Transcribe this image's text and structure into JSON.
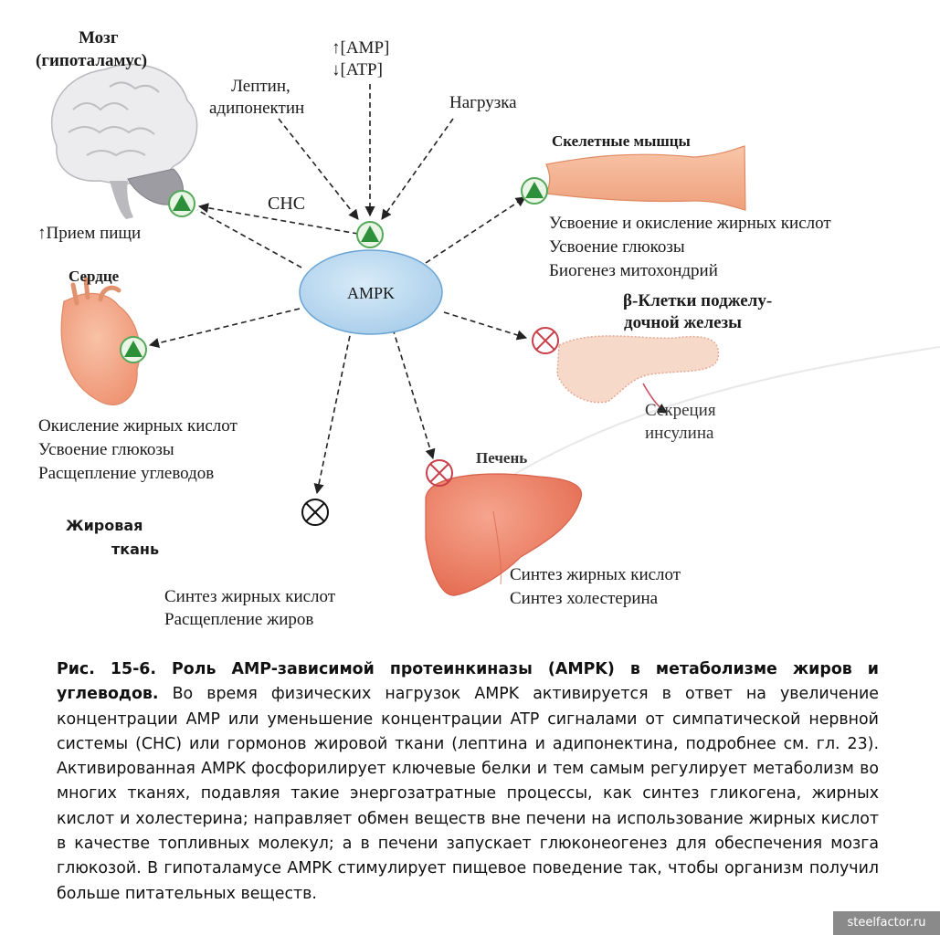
{
  "center": {
    "label": "AMPK"
  },
  "signals": {
    "amp": "↑[AMP]",
    "atp": "↓[ATP]",
    "leptin_line1": "Лептин,",
    "leptin_line2": "адипонектин",
    "exercise": "Нагрузка",
    "sns": "СНС"
  },
  "brain": {
    "title_line1": "Мозг",
    "title_line2": "(гипоталамус)",
    "effect": "↑Прием пищи"
  },
  "muscle": {
    "title": "Скелетные мышцы",
    "effects": [
      "Усвоение и окисление жирных кислот",
      "Усвоение глюкозы",
      "Биогенез митохондрий"
    ]
  },
  "heart": {
    "title": "Сердце",
    "effects": [
      "Окисление жирных кислот",
      "Усвоение глюкозы",
      "Расщепление углеводов"
    ]
  },
  "pancreas": {
    "title_line1": "β-Клетки поджелу-",
    "title_line2": "дочной железы",
    "effect_line1": "Секреция",
    "effect_line2": "инсулина"
  },
  "adipose": {
    "title_line1": "Жировая",
    "title_line2": "ткань",
    "effects": [
      "Синтез жирных кислот",
      "Расщепление жиров"
    ]
  },
  "liver": {
    "title": "Печень",
    "effects": [
      "Синтез жирных кислот",
      "Синтез холестерина"
    ]
  },
  "caption": {
    "title": "Рис. 15-6. Роль AMP-зависимой протеинкиназы (AMPK) в метаболизме жиров и углеводов.",
    "body": "Во время физических нагрузок AMPK активируется в ответ на увеличение концентрации AMP или уменьшение концентрации ATP сигналами от симпатической нервной системы (СНС) или гормонов жировой ткани (лептина и адипонектина, подробнее см. гл. 23). Активированная AMPK фосфорилирует ключевые белки и тем самым регулирует метаболизм во многих тканях, подавляя такие энергозатратные процессы, как синтез гликогена, жирных кислот и холестерина; направляет обмен веществ вне печени на использование жирных кислот в качестве топливных молекул; а в печени запускает глюконеогенез для обеспечения мозга глюкозой. В гипоталамусе AMPK стимулирует пищевое поведение так, чтобы организм получил больше питательных веществ."
  },
  "watermark": "steelfactor.ru",
  "colors": {
    "ampk_fill": "#b6d6ee",
    "ampk_stroke": "#5d9bd0",
    "activate": "#2e9a3c",
    "inhibit": "#d0454c",
    "muscle": "#f3b08c",
    "heart": "#f2a07c",
    "liver": "#ec7a5f",
    "pancreas": "#f6d6c6",
    "brain": "#e8e8ea"
  }
}
